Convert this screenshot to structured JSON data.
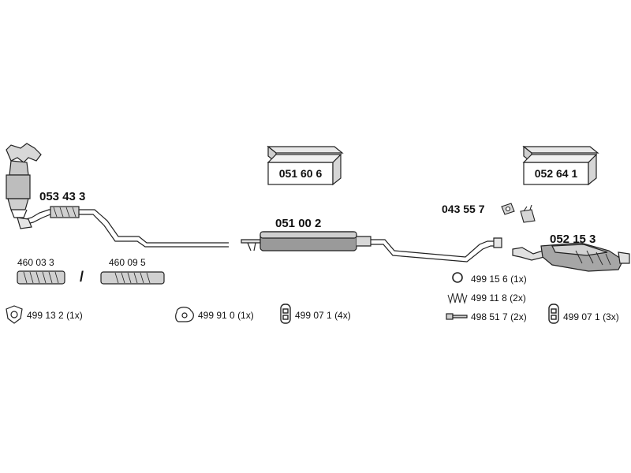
{
  "diagram": {
    "parts": {
      "catalyst": "053 43 3",
      "flex_a": "460 03 3",
      "flex_b": "460 09 5",
      "separator": "/",
      "middle_silencer": "051 00 2",
      "bracket": "043 55 7",
      "rear_silencer": "052 15 3"
    },
    "kits": {
      "box_middle": "051 60 6",
      "box_rear": "052 64 1"
    },
    "accessories": [
      {
        "code": "499 13 2",
        "qty": "(1x)"
      },
      {
        "code": "499 91 0",
        "qty": "(1x)"
      },
      {
        "code": "499 07 1",
        "qty": "(4x)"
      },
      {
        "code": "499 15 6",
        "qty": "(1x)"
      },
      {
        "code": "499 11 8",
        "qty": "(2x)"
      },
      {
        "code": "498 51 7",
        "qty": "(2x)"
      },
      {
        "code": "499 07 1",
        "qty": "(3x)"
      }
    ]
  }
}
